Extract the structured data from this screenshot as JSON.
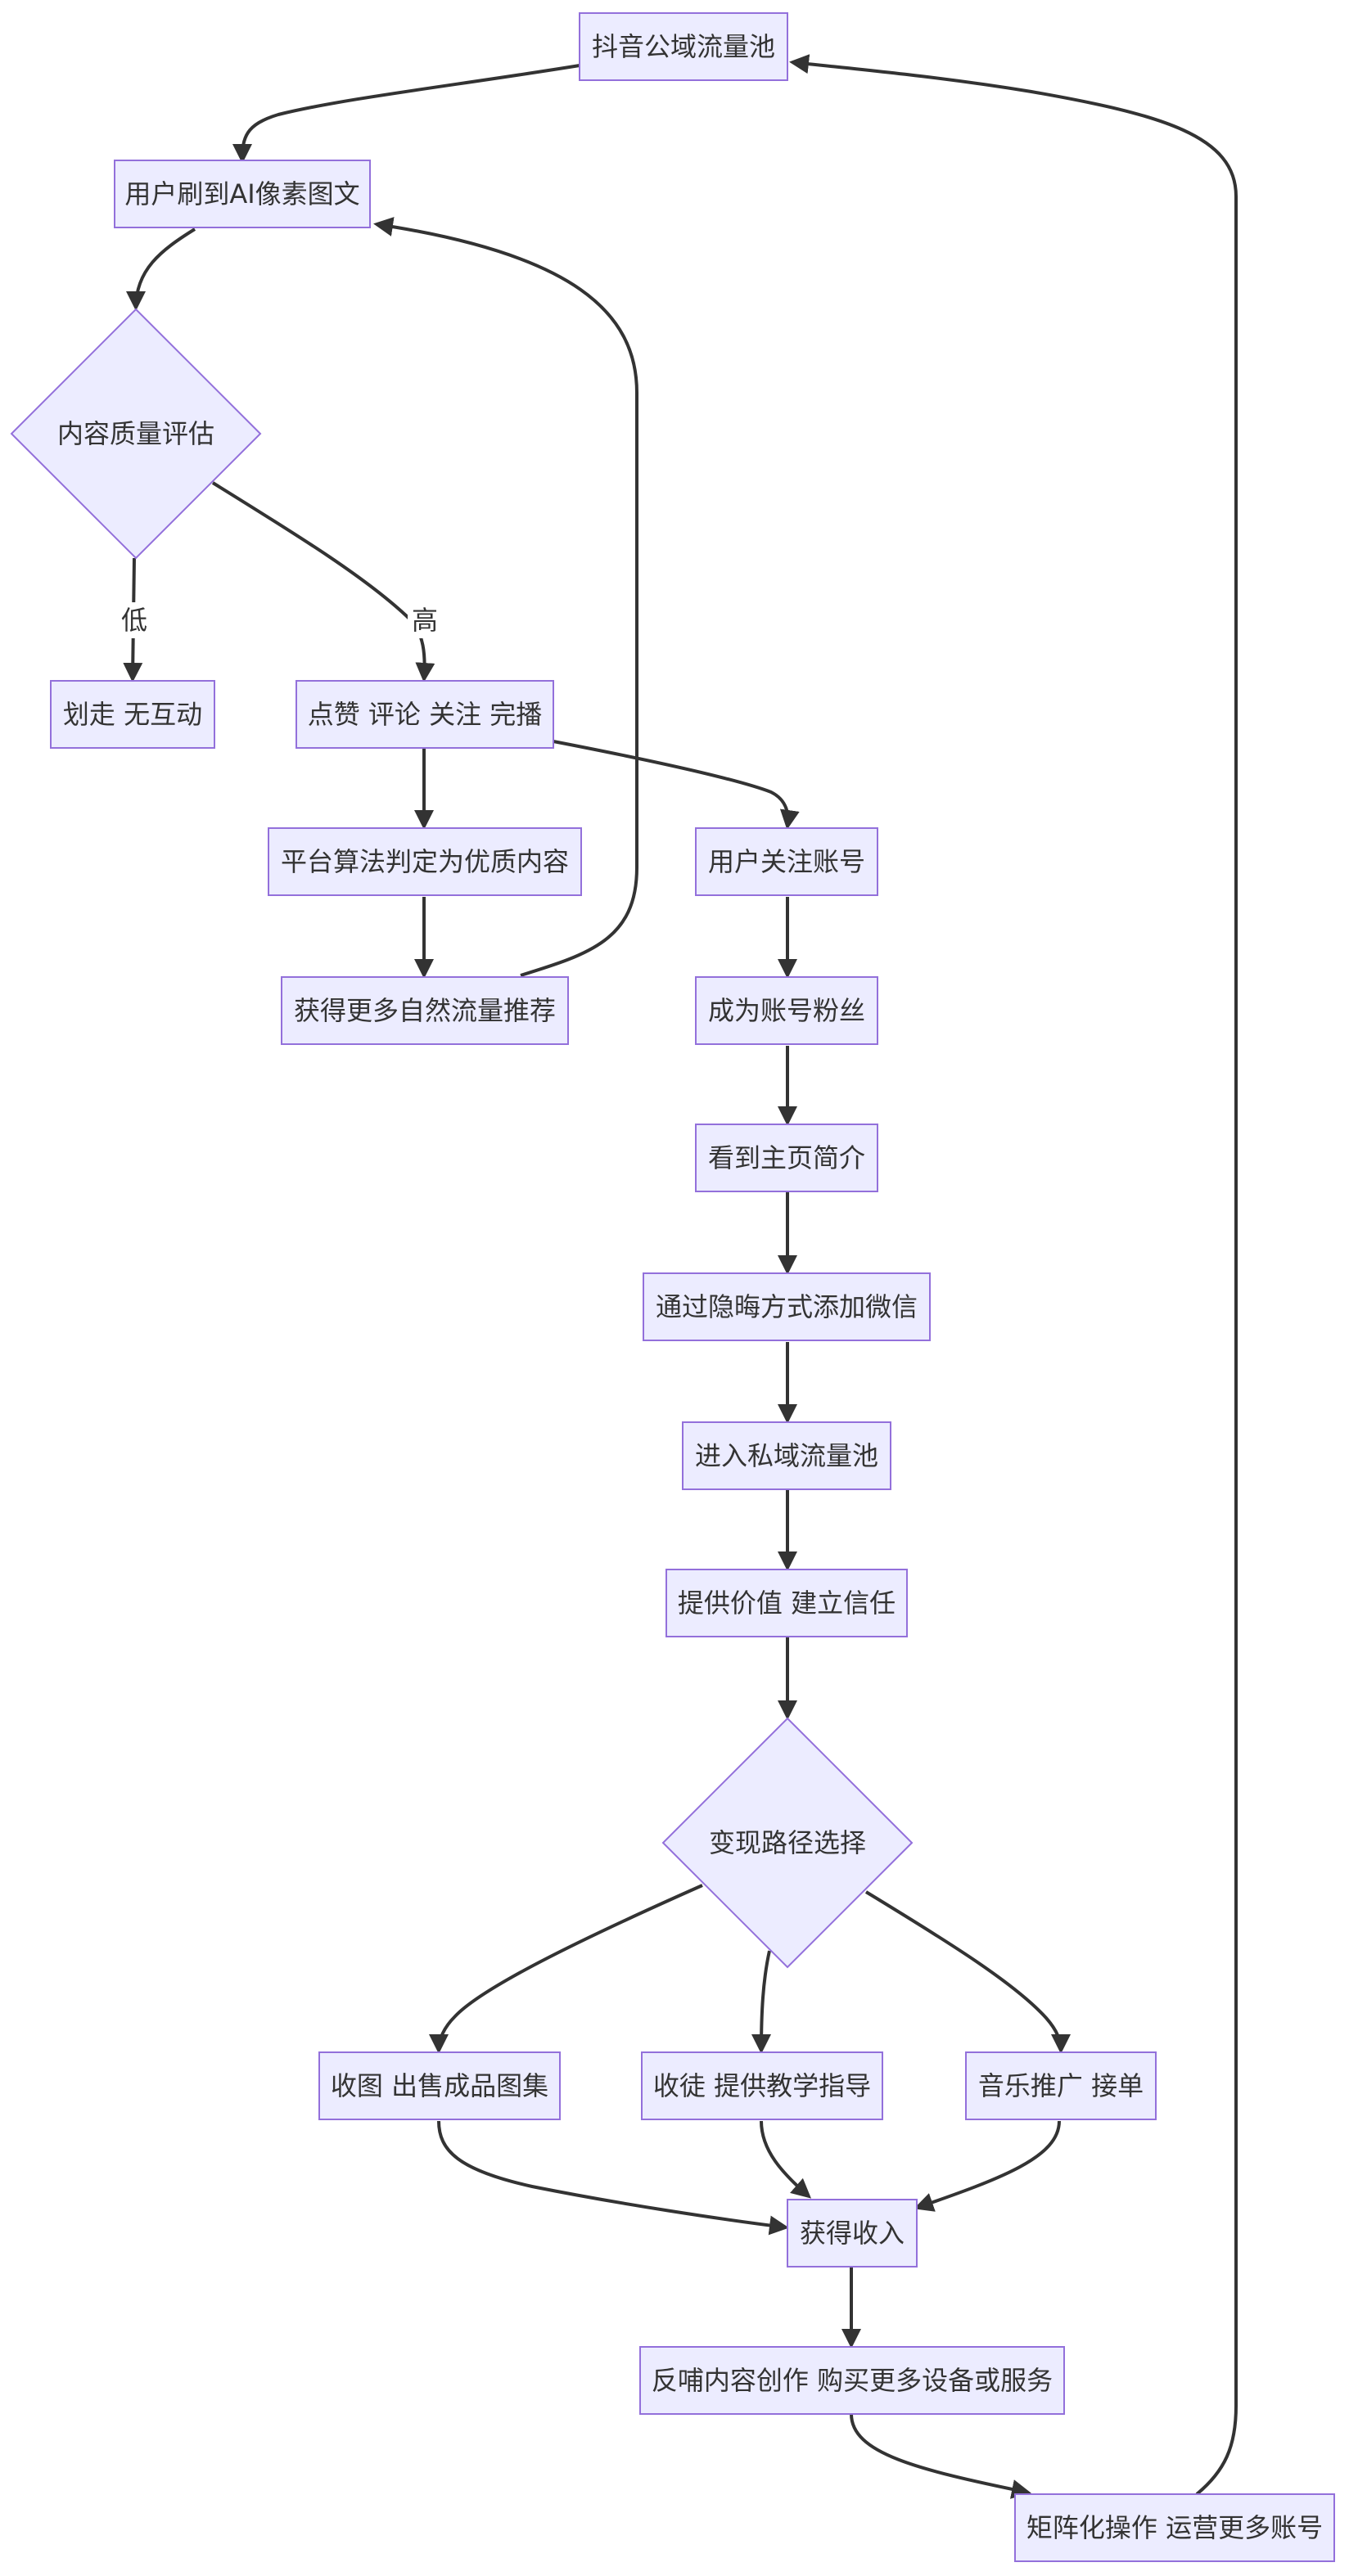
{
  "nodes": {
    "douyin_pool": "抖音公域流量池",
    "user_sees": "用户刷到AI像素图文",
    "quality_check": "内容质量评估",
    "swipe_away": "划走 无互动",
    "engage": "点赞 评论 关注 完播",
    "algo_quality": "平台算法判定为优质内容",
    "more_traffic": "获得更多自然流量推荐",
    "follow_account": "用户关注账号",
    "become_fan": "成为账号粉丝",
    "see_profile": "看到主页简介",
    "add_wechat": "通过隐晦方式添加微信",
    "private_pool": "进入私域流量池",
    "build_trust": "提供价值 建立信任",
    "monetize_choice": "变现路径选择",
    "sell_images": "收图 出售成品图集",
    "teach": "收徒 提供教学指导",
    "music_promo": "音乐推广 接单",
    "income": "获得收入",
    "reinvest": "反哺内容创作 购买更多设备或服务",
    "matrix": "矩阵化操作 运营更多账号"
  },
  "edge_labels": {
    "low": "低",
    "high": "高"
  },
  "colors": {
    "node_fill": "#ECECFF",
    "node_stroke": "#9370DB",
    "edge": "#333333",
    "text": "#333333"
  }
}
